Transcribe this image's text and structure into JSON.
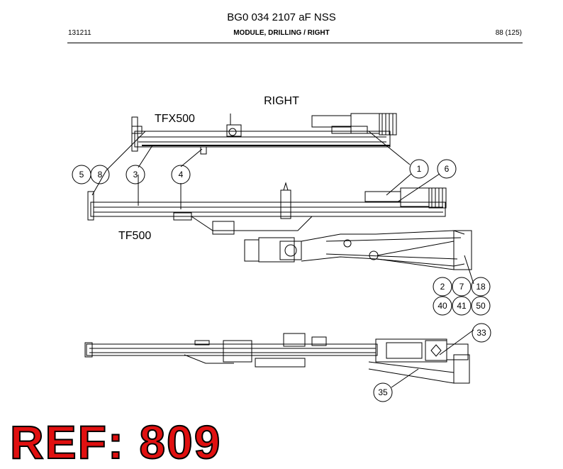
{
  "header": {
    "title": "BG0 034 2107 aF NSS",
    "doc_number": "131211",
    "section": "MODULE, DRILLING / RIGHT",
    "page": "88 (125)"
  },
  "diagram": {
    "side_label": "RIGHT",
    "feed_labels": [
      "TFX500",
      "TF500"
    ],
    "callouts": [
      "5",
      "8",
      "3",
      "4",
      "1",
      "6",
      "2",
      "7",
      "18",
      "40",
      "41",
      "50",
      "33",
      "35"
    ]
  },
  "reference": "REF: 809"
}
